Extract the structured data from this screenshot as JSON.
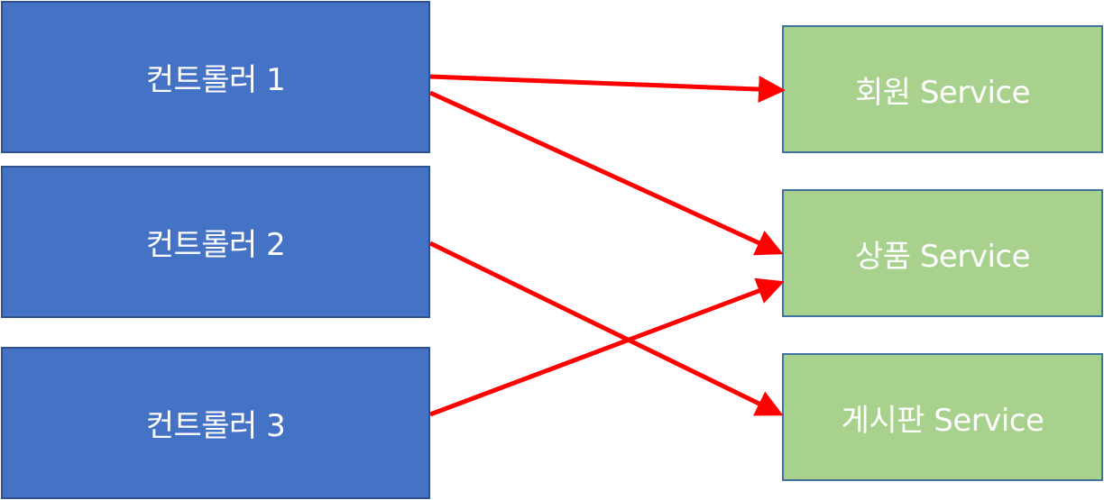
{
  "controllers": [
    {
      "label": "컨트롤러 1"
    },
    {
      "label": "컨트롤러 2"
    },
    {
      "label": "컨트롤러 3"
    }
  ],
  "services": [
    {
      "label": "회원 Service"
    },
    {
      "label": "상품 Service"
    },
    {
      "label": "게시판 Service"
    }
  ],
  "connections": [
    {
      "from": "컨트롤러 1",
      "to": "회원 Service"
    },
    {
      "from": "컨트롤러 1",
      "to": "상품 Service"
    },
    {
      "from": "컨트롤러 2",
      "to": "게시판 Service"
    },
    {
      "from": "컨트롤러 3",
      "to": "상품 Service"
    }
  ],
  "colors": {
    "controller_fill": "#4472c4",
    "controller_border": "#2f528f",
    "service_fill": "#a9d18e",
    "service_border": "#41719c",
    "arrow": "#ff0000",
    "text": "#ffffff"
  }
}
